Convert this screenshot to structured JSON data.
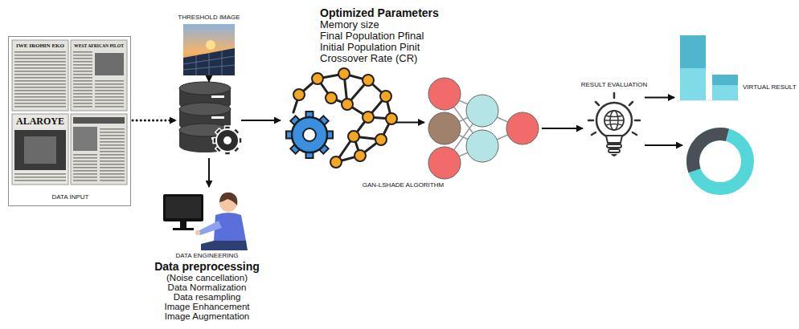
{
  "diagram": {
    "nodes": [
      {
        "text": [
          "DATA INPUT"
        ]
      },
      {
        "text": [
          "THRESHOLD IMAGE"
        ]
      },
      {
        "text": []
      },
      {
        "text": [
          "DATA ENGINEERING",
          "Data preprocessing",
          "(Noise cancellation)",
          "Data Normalization",
          "Data resampling",
          "Image Enhancement",
          "Image Augmentation"
        ]
      },
      {
        "text": [
          "Optimized Parameters",
          "Memory size",
          "Final Population Pfinal",
          "Initial Population Pinit",
          "Crossover Rate (CR)",
          "GAN-LSHADE ALGORITHM"
        ]
      },
      {
        "text": []
      },
      {
        "text": [
          "RESULT EVALUATION"
        ]
      },
      {
        "text": []
      },
      {
        "text": []
      }
    ],
    "edges": [
      {
        "from": 0,
        "to": 2,
        "arrow": "to"
      },
      {
        "from": 1,
        "to": 2,
        "arrow": "to"
      },
      {
        "from": 2,
        "to": 3,
        "arrow": "to"
      },
      {
        "from": 2,
        "to": 4,
        "arrow": "to"
      },
      {
        "from": 4,
        "to": 5,
        "arrow": "to"
      },
      {
        "from": 5,
        "to": 6,
        "arrow": "to"
      },
      {
        "from": 6,
        "to": 7,
        "arrow": "to"
      },
      {
        "from": 6,
        "to": 8,
        "arrow": "to"
      }
    ],
    "labels": [
      "IWE IROHIN EKO",
      "WEST AFRICAN PILOT",
      "ALAROYE",
      "VIRTUAL RESULT"
    ]
  }
}
